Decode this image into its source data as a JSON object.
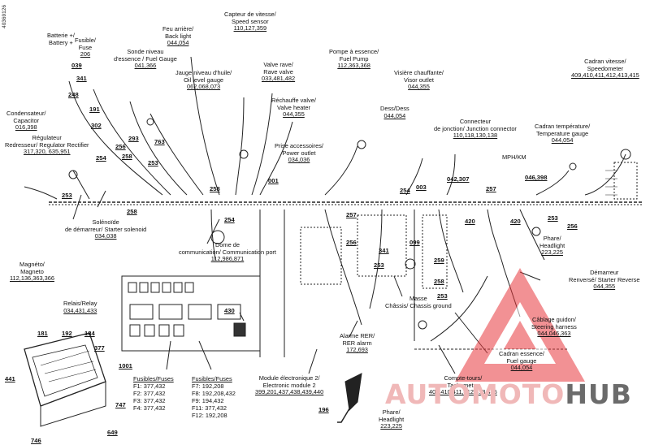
{
  "ref_id": "40369126",
  "watermark": {
    "part1": "AUTOMOTO",
    "part2": "HUB"
  },
  "labels": [
    {
      "id": "batterie",
      "fr": "Batterie +/",
      "en": "Battery +"
    },
    {
      "id": "fusible",
      "fr": "Fusible/",
      "en": "Fuse",
      "code": "206"
    },
    {
      "id": "sonde",
      "fr": "Sonde niveau",
      "en": "d'essence / Fuel Gauge",
      "code": "041,366"
    },
    {
      "id": "feu",
      "fr": "Feu arrière/",
      "en": "Back light",
      "code": "044,054"
    },
    {
      "id": "capteur",
      "fr": "Capteur de vitesse/",
      "en": "Speed sensor",
      "code": "110,127,359"
    },
    {
      "id": "jauge",
      "fr": "Jauge niveau d'huile/",
      "en": "Oil level gauge",
      "code": "062,068,073"
    },
    {
      "id": "valverave",
      "fr": "Valve rave/",
      "en": "Rave valve",
      "code": "033,481,482"
    },
    {
      "id": "pompe",
      "fr": "Pompe à essence/",
      "en": "Fuel Pump",
      "code": "112,363,368"
    },
    {
      "id": "visiere",
      "fr": "Visière chauffante/",
      "en": "Visor outlet",
      "code": "044,355"
    },
    {
      "id": "cadranvitesse",
      "fr": "Cadran vitesse/",
      "en": "Speedometer",
      "code": "409,410,411,412,413,415"
    },
    {
      "id": "condensateur",
      "fr": "Condensateur/",
      "en": "Capacitor",
      "code": "016,398"
    },
    {
      "id": "rechauffe",
      "fr": "Réchauffe valve/",
      "en": "Valve heater",
      "code": "044,355"
    },
    {
      "id": "dess",
      "fr": "Dess/Dess",
      "code": "044,054"
    },
    {
      "id": "regulateur",
      "fr": "Régulateur",
      "en": "Redresseur/ Regulator Rectifier",
      "code": "317,320, 635,951"
    },
    {
      "id": "prise",
      "fr": "Prise accessoires/",
      "en": "Power outlet",
      "code": "034,036"
    },
    {
      "id": "connecteur",
      "fr": "Connecteur",
      "en": "de jonction/ Junction connector",
      "code": "110,118,130,138"
    },
    {
      "id": "cadrantemp",
      "fr": "Cadran température/",
      "en": "Temperature gauge",
      "code": "044,054"
    },
    {
      "id": "mphkm",
      "fr": "MPH/KM"
    },
    {
      "id": "solenoide",
      "fr": "Solénoïde",
      "en": "de démarreur/ Starter solenoid",
      "code": "034,038"
    },
    {
      "id": "dome",
      "fr": "Dome de",
      "en": "communication/ Communication port",
      "code": "112,986,871"
    },
    {
      "id": "phare1",
      "fr": "Phare/",
      "en": "Headlight",
      "code": "223,225"
    },
    {
      "id": "magneto",
      "fr": "Magnéto/",
      "en": "Magneto",
      "code": "112,136,363,366"
    },
    {
      "id": "demarreur",
      "fr": "Démarreur",
      "en": "Renversé/ Starter Reverse",
      "code": "044,355"
    },
    {
      "id": "relais",
      "fr": "Relais/Relay",
      "code": "034,431,433"
    },
    {
      "id": "masse",
      "fr": "Masse",
      "en": "Châssis/ Chassis ground"
    },
    {
      "id": "alarme",
      "fr": "Alarme RER/",
      "en": "RER alarm",
      "code": "172,693"
    },
    {
      "id": "cablage",
      "fr": "Câblage guidon/",
      "en": "Steering harness",
      "code": "044,046,363"
    },
    {
      "id": "cadranessence",
      "fr": "Cadran essence/",
      "en": "Fuel gauge",
      "code": "044,054"
    },
    {
      "id": "compte",
      "fr": "Compte-tours/",
      "en": "Tachometer",
      "code": "409,410,411,412,413,415"
    },
    {
      "id": "module",
      "fr": "Module électronique 2/",
      "en": "Electronic module 2",
      "code": "399,201,437,438,439,440"
    },
    {
      "id": "phare2",
      "fr": "Phare/",
      "en": "Headlight",
      "code": "223,225"
    }
  ],
  "fuses_left": {
    "title": "Fusibles/Fuses",
    "items": [
      "F1: 377,432",
      "F2: 377,432",
      "F3: 377,432",
      "F4: 377,432"
    ]
  },
  "fuses_right": {
    "title": "Fusibles/Fuses",
    "items": [
      "F7: 192,208",
      "F8: 192,208,432",
      "F9: 194,432",
      "F11: 377,432",
      "F12: 192,208"
    ]
  },
  "callouts": [
    "039",
    "341",
    "248",
    "191",
    "302",
    "254",
    "293",
    "256",
    "258",
    "253",
    "763",
    "258",
    "254",
    "258",
    "253",
    "001",
    "257",
    "256",
    "341",
    "003",
    "254",
    "253",
    "099",
    "259",
    "258",
    "253",
    "257",
    "420",
    "420",
    "253",
    "256",
    "046,398",
    "042,307",
    "430",
    "1001",
    "747",
    "649",
    "746",
    "441",
    "181",
    "192",
    "184",
    "377",
    "196"
  ]
}
